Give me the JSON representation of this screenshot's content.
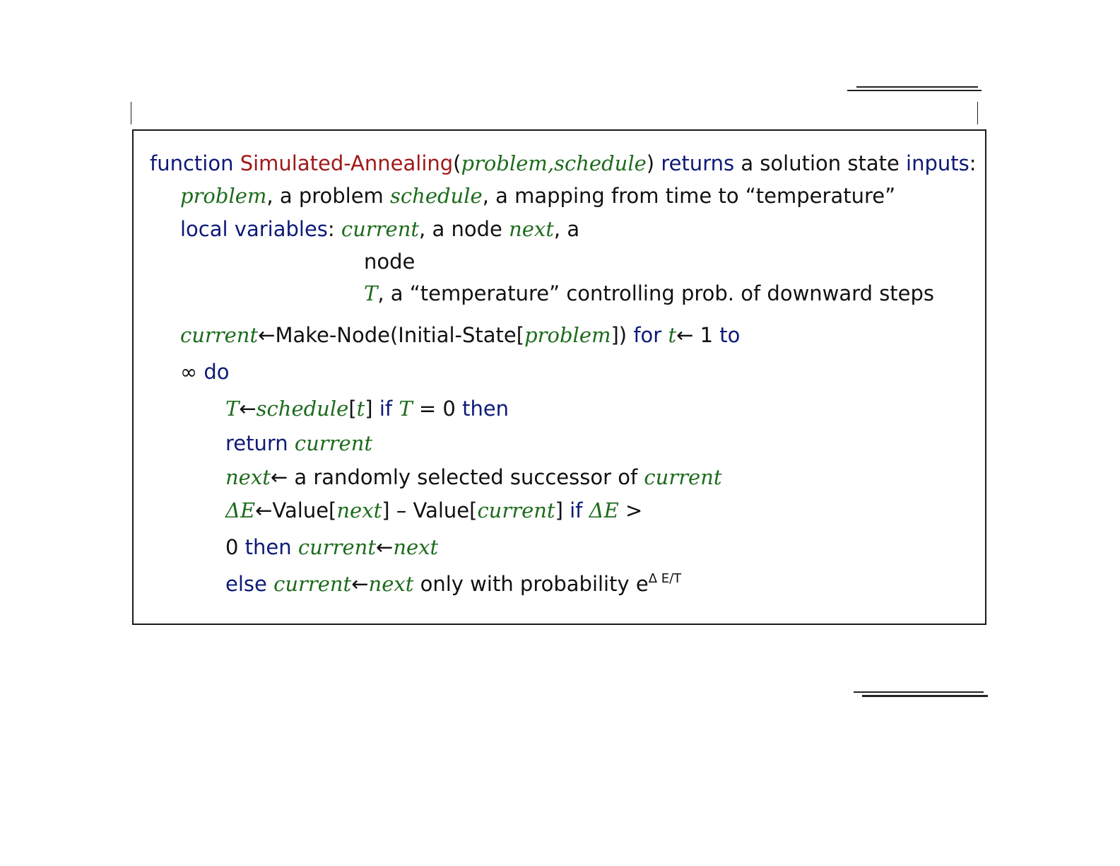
{
  "pseudocode": {
    "l1": {
      "kw_function": "function",
      "fn_name": "Simulated-Annealing",
      "paren_open": "(",
      "param_problem": "problem,",
      "param_schedule": "schedule",
      "paren_close": ")",
      "kw_returns": "returns",
      "text": "a solution state",
      "kw_inputs": "inputs",
      "colon": ":"
    },
    "l2": {
      "var_problem": "problem",
      "text1": ", a problem",
      "var_schedule": "schedule",
      "text2": ", a mapping from time to “temperature”"
    },
    "l3": {
      "kw_local": "local variables",
      "colon": ":",
      "var_current": "current",
      "text1": ", a node",
      "var_next": "next",
      "text2": ", a"
    },
    "l4": {
      "text": "node"
    },
    "l5": {
      "var_T": "T",
      "text": ", a “temperature” controlling prob. of downward steps"
    },
    "l6": {
      "var_current": "current",
      "text1": "←Make-Node(Initial-State[",
      "var_problem": "problem",
      "text2": "])",
      "kw_for": "for",
      "var_t": "t",
      "text3": "← 1",
      "kw_to": "to"
    },
    "l7": {
      "text": "∞",
      "kw_do": "do"
    },
    "l8": {
      "var_T": "T",
      "text1": "←",
      "var_schedule": "schedule",
      "text2": "[",
      "var_t": "t",
      "text3": "]",
      "kw_if": "if",
      "var_T2": "T",
      "text4": "= 0",
      "kw_then": "then"
    },
    "l9": {
      "kw_return": "return",
      "var_current": "current"
    },
    "l10": {
      "var_next": "next",
      "text": "← a randomly selected successor of",
      "var_current": "current"
    },
    "l11": {
      "var_dE": "ΔE",
      "text1": "←Value[",
      "var_next": "next",
      "text2": "] – Value[",
      "var_current": "current",
      "text3": "]",
      "kw_if": "if",
      "var_dE2": "ΔE",
      "text4": ">"
    },
    "l12": {
      "text": "0",
      "kw_then": "then",
      "var_current": "current",
      "text2": "←",
      "var_next": "next"
    },
    "l13": {
      "kw_else": "else",
      "var_current": "current",
      "text1": "←",
      "var_next": "next",
      "text2": "only with probability e",
      "exp": "Δ E/T"
    }
  },
  "colors": {
    "keyword": "#0d1a78",
    "function_name": "#a01818",
    "variable": "#1d6b1d",
    "text": "#111111"
  }
}
